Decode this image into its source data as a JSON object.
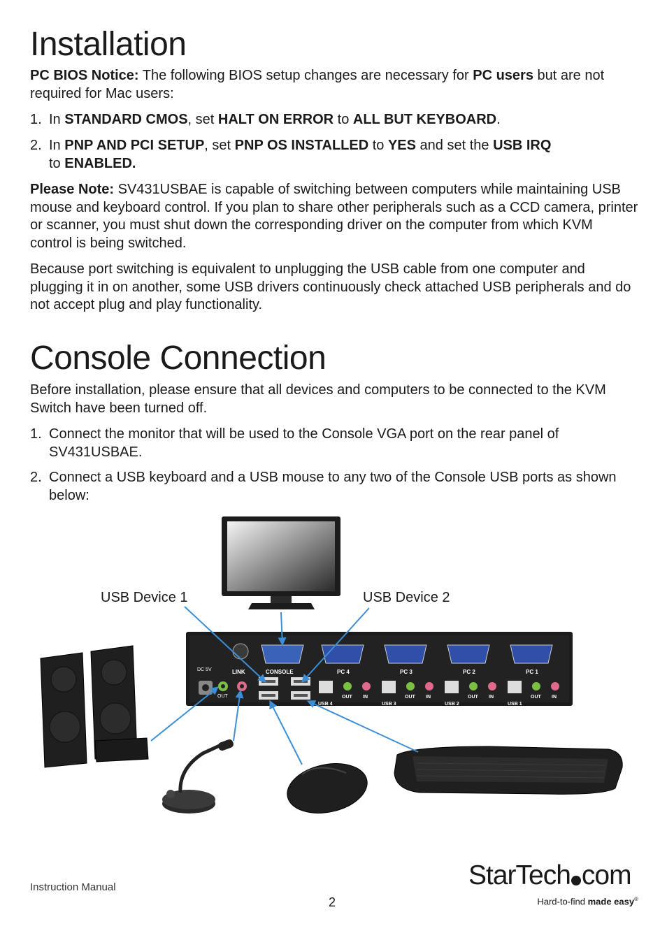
{
  "installation": {
    "heading": "Installation",
    "bios_notice": {
      "label": "PC BIOS Notice:",
      "text1": " The following BIOS setup changes are necessary for ",
      "bold_pc_users": "PC users",
      "text2": " but are not required for Mac users:"
    },
    "steps": [
      {
        "num": "1.",
        "parts": [
          "In ",
          "STANDARD CMOS",
          ", set ",
          "HALT ON ERROR",
          " to ",
          "ALL BUT KEYBOARD",
          "."
        ]
      },
      {
        "num": "2.",
        "parts": [
          "In ",
          "PNP AND PCI SETUP",
          ", set ",
          "PNP OS INSTALLED",
          " to ",
          "YES",
          " and set the ",
          "USB IRQ",
          " to ",
          "ENABLED."
        ]
      }
    ],
    "please_note": {
      "label": "Please Note:",
      "text": " SV431USBAE is capable of switching between computers while maintaining USB mouse and keyboard control. If you plan to share other peripherals such as a CCD camera, printer or scanner, you must shut down the corresponding driver on the computer from which KVM control is being switched."
    },
    "port_switching": "Because port switching is equivalent to unplugging the USB cable from one computer and plugging it in on another, some USB drivers continuously check attached USB peripherals and do not accept plug and play functionality."
  },
  "console": {
    "heading": "Console Connection",
    "intro": "Before installation, please ensure that all devices and computers to be connected to the KVM Switch have been turned off.",
    "steps": [
      {
        "num": "1.",
        "text": "Connect the monitor that will be used to the Console VGA port on the rear panel of SV431USBAE."
      },
      {
        "num": "2.",
        "text": "Connect a USB keyboard and a USB mouse to any two of the Console USB ports as shown below:"
      }
    ]
  },
  "diagram": {
    "label_device1": "USB Device 1",
    "label_device2": "USB Device 2",
    "panel_labels": {
      "dc": "DC 5V",
      "link": "LINK",
      "console": "CONSOLE",
      "pc4": "PC 4",
      "pc3": "PC 3",
      "pc2": "PC 2",
      "pc1": "PC 1",
      "usb4": "USB 4",
      "usb3": "USB 3",
      "usb2": "USB 2",
      "usb1": "USB 1",
      "out": "OUT",
      "in": "IN"
    },
    "colors": {
      "panel": "#1b1b1b",
      "vga_console": "#3a63b8",
      "vga_pc": "#2f4fa8",
      "audio_out": "#7bc043",
      "audio_in": "#e06a8a",
      "arrow": "#3c8fd6"
    }
  },
  "footer": {
    "manual": "Instruction Manual",
    "page": "2",
    "logo_main": "StarTech",
    "logo_suffix": "com",
    "tagline_normal": "Hard-to-find ",
    "tagline_bold": "made easy",
    "tagline_mark": "®"
  }
}
